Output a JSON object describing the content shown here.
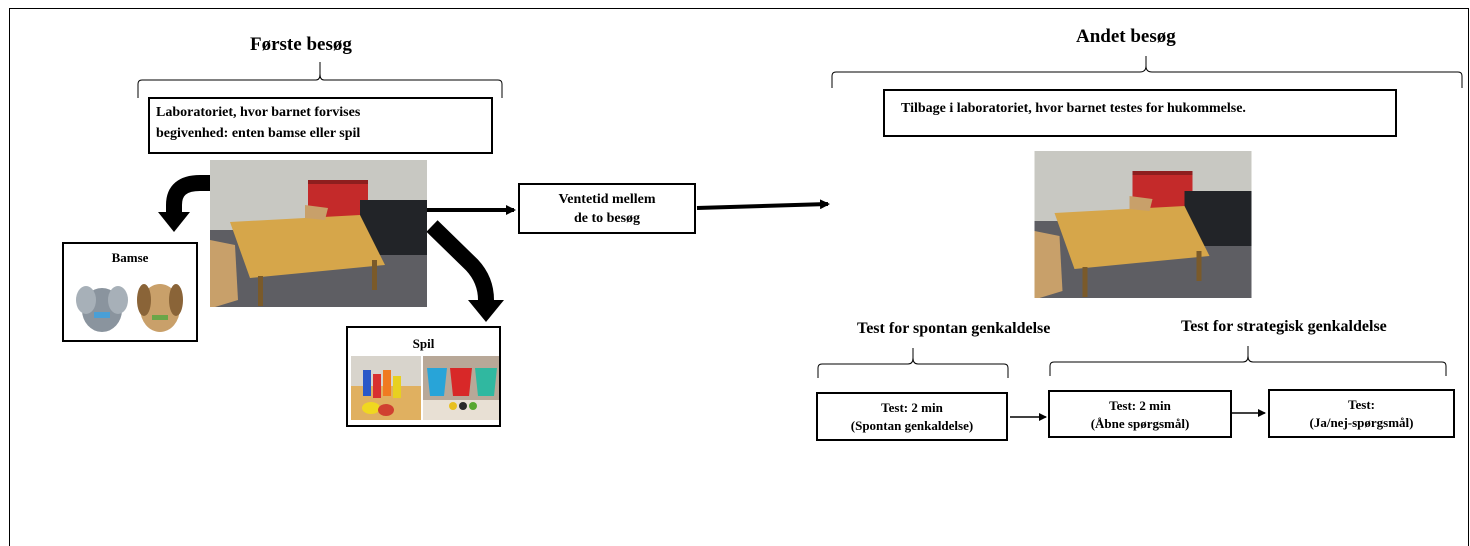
{
  "first_visit": {
    "title": "Første besøg",
    "lab_text_line1": "Laboratoriet, hvor barnet forvises",
    "lab_text_line2": "begivenhed: enten bamse eller spil",
    "bamse_label": "Bamse",
    "spil_label": "Spil"
  },
  "waiting": {
    "line1": "Ventetid mellem",
    "line2": "de to besøg"
  },
  "second_visit": {
    "title": "Andet besøg",
    "lab_text": "Tilbage i laboratoriet, hvor barnet testes for hukommelse.",
    "spontaneous_header": "Test for spontan genkaldelse",
    "strategic_header": "Test for strategisk genkaldelse",
    "tests": [
      {
        "line1": "Test: 2 min",
        "line2": "(Spontan genkaldelse)"
      },
      {
        "line1": "Test: 2 min",
        "line2": "(Åbne spørgsmål)"
      },
      {
        "line1": "Test:",
        "line2": "(Ja/nej-spørgsmål)"
      }
    ]
  },
  "colors": {
    "floor": "#5e5e63",
    "wall": "#c8c8c2",
    "table": "#d6a64a",
    "red_cabinet": "#c42a2a",
    "black_cabinet": "#222428",
    "chair": "#c8a06a"
  }
}
